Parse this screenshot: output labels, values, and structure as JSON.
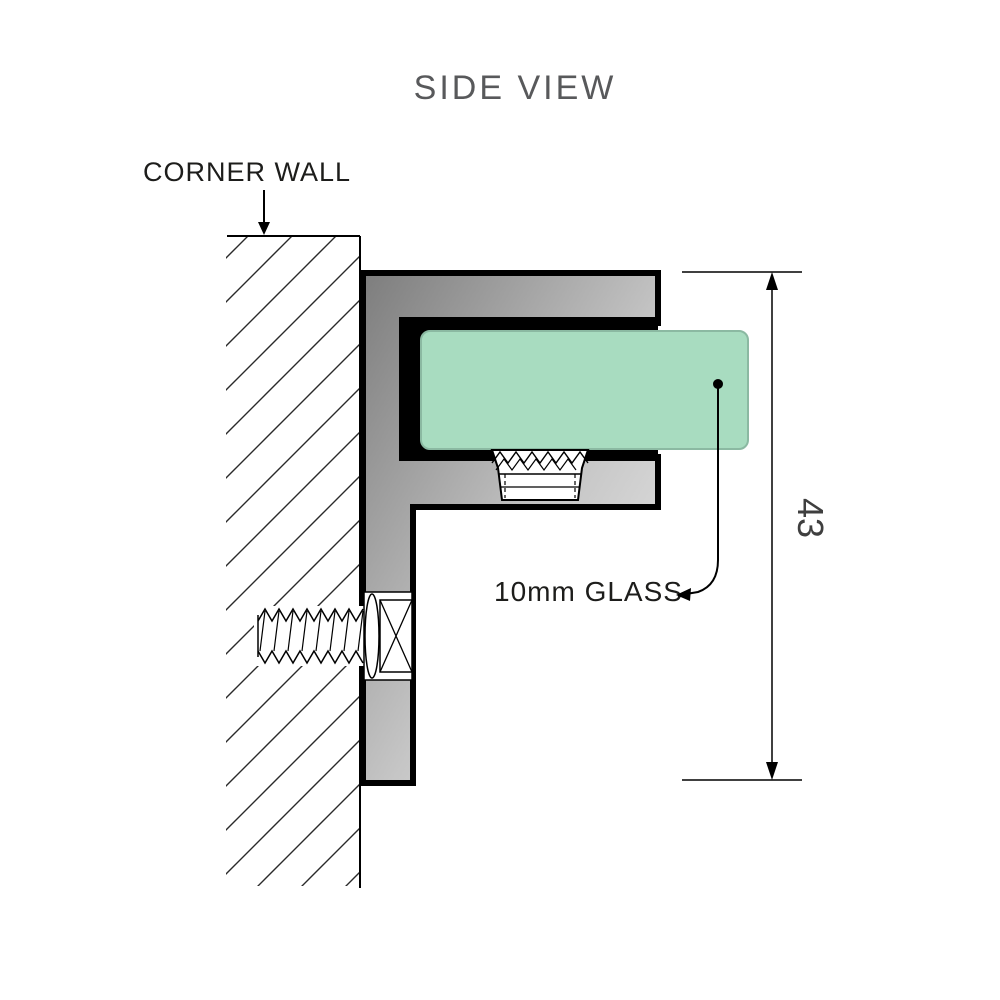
{
  "title": "SIDE VIEW",
  "labels": {
    "corner_wall": "CORNER WALL",
    "glass": "10mm GLASS"
  },
  "dimension": {
    "value": "43"
  },
  "colors": {
    "title_text": "#58595b",
    "label_text": "#1d1d1b",
    "dimension_text": "#3f3f3f",
    "outline": "#000000",
    "glass_fill": "#a8dcc0",
    "glass_edge": "#8bb9a2",
    "metal_dark": "#7d7d7d",
    "metal_mid": "#c6c6c6",
    "metal_light": "#ececec",
    "hatch_line": "#2a2a2a"
  }
}
